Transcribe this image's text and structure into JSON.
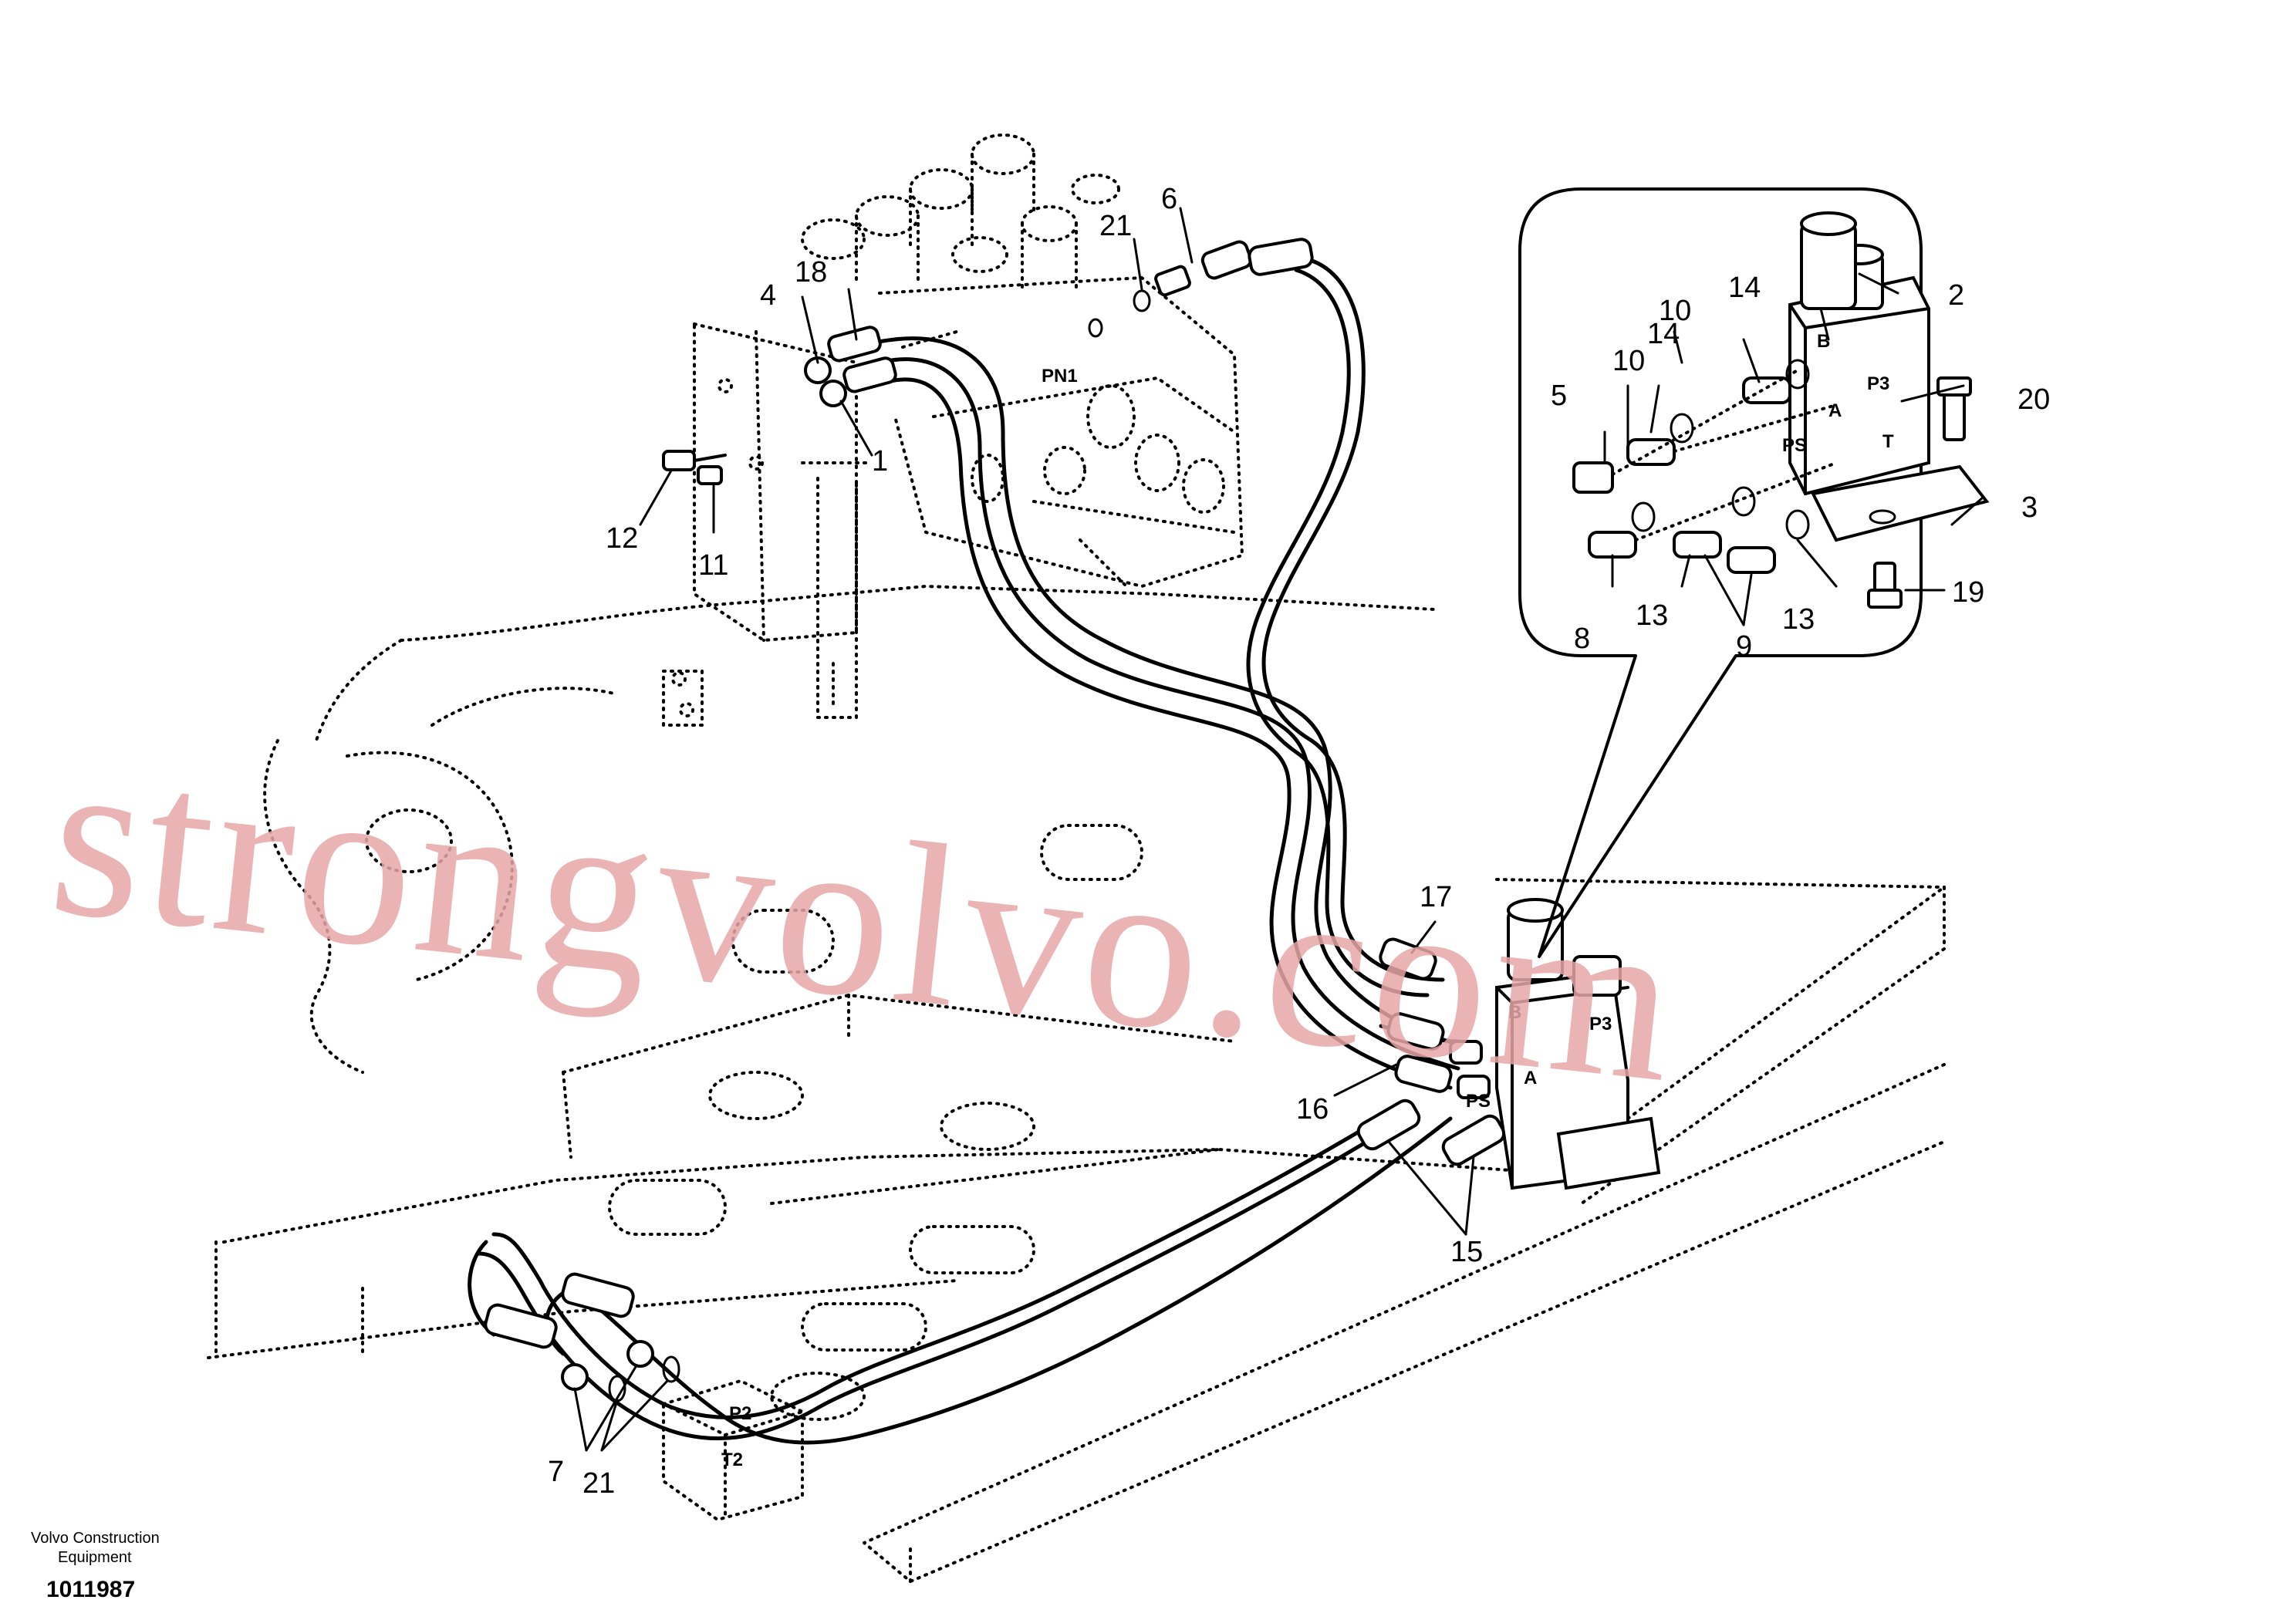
{
  "callouts": [
    {
      "id": "c1",
      "label": "1"
    },
    {
      "id": "c2",
      "label": "2"
    },
    {
      "id": "c3",
      "label": "3"
    },
    {
      "id": "c4",
      "label": "4"
    },
    {
      "id": "c5",
      "label": "5"
    },
    {
      "id": "c6",
      "label": "6"
    },
    {
      "id": "c7",
      "label": "7"
    },
    {
      "id": "c8",
      "label": "8"
    },
    {
      "id": "c9",
      "label": "9"
    },
    {
      "id": "c10a",
      "label": "10"
    },
    {
      "id": "c10b",
      "label": "10"
    },
    {
      "id": "c11",
      "label": "11"
    },
    {
      "id": "c12",
      "label": "12"
    },
    {
      "id": "c13a",
      "label": "13"
    },
    {
      "id": "c13b",
      "label": "13"
    },
    {
      "id": "c14a",
      "label": "14"
    },
    {
      "id": "c14b",
      "label": "14"
    },
    {
      "id": "c15",
      "label": "15"
    },
    {
      "id": "c16",
      "label": "16"
    },
    {
      "id": "c17",
      "label": "17"
    },
    {
      "id": "c18",
      "label": "18"
    },
    {
      "id": "c19",
      "label": "19"
    },
    {
      "id": "c20",
      "label": "20"
    },
    {
      "id": "c21a",
      "label": "21"
    },
    {
      "id": "c21b",
      "label": "21"
    }
  ],
  "ports": {
    "pn1": "PN1",
    "main_b": "B",
    "main_p3": "P3",
    "main_a": "A",
    "main_ps": "PS",
    "detail_b": "B",
    "detail_p3": "P3",
    "detail_a": "A",
    "detail_ps": "PS",
    "detail_t": "T",
    "p2": "P2",
    "t2": "T2"
  },
  "footer": {
    "company_line1": "Volvo Construction",
    "company_line2": "Equipment",
    "doc_number": "1011987"
  },
  "watermark": {
    "text": "strongvolvo.com",
    "color": "#e8a7a7"
  }
}
